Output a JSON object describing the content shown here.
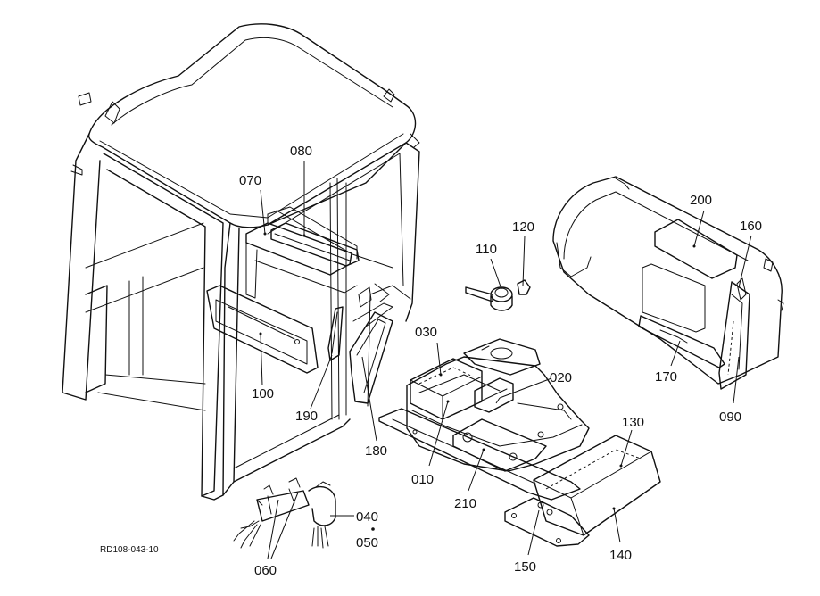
{
  "diagram": {
    "reference_code": "RD108-043-10",
    "callouts": {
      "p010": "010",
      "p020": "020",
      "p030": "030",
      "p040": "040",
      "p050": "050",
      "p060": "060",
      "p070": "070",
      "p080": "080",
      "p090": "090",
      "p100": "100",
      "p110": "110",
      "p120": "120",
      "p130": "130",
      "p140": "140",
      "p150": "150",
      "p160": "160",
      "p170": "170",
      "p180": "180",
      "p190": "190",
      "p200": "200",
      "p210": "210"
    }
  }
}
